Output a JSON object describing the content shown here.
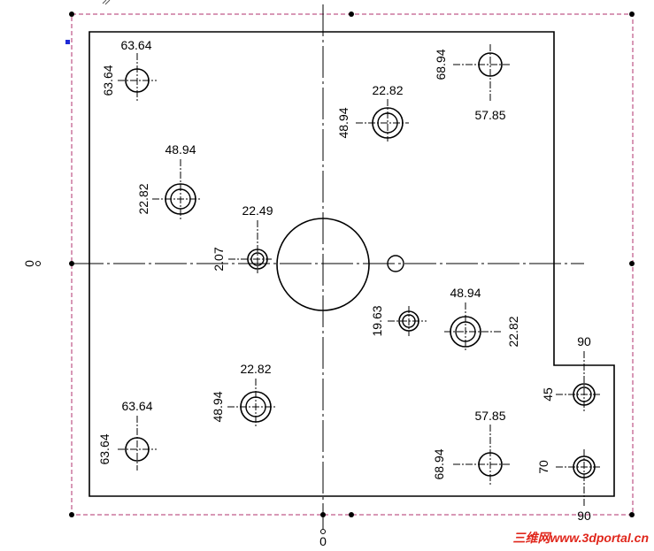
{
  "origin_labels": {
    "left": "0",
    "bottom": "0"
  },
  "holes": [
    {
      "id": "h1",
      "label_a": "63.64",
      "label_b": "63.64",
      "double": false
    },
    {
      "id": "h2",
      "label_a": "68.94",
      "label_b": "57.85",
      "double": false
    },
    {
      "id": "h3",
      "label_a": "22.82",
      "label_b": "48.94",
      "double": true
    },
    {
      "id": "h4",
      "label_a": "48.94",
      "label_b": "22.82",
      "double": true
    },
    {
      "id": "h5",
      "label_a": "22.49",
      "label_b": "2.07",
      "double": true
    },
    {
      "id": "h6",
      "label_a": "19.63",
      "double": true
    },
    {
      "id": "h7",
      "label_a": "48.94",
      "label_b": "22.82",
      "double": true
    },
    {
      "id": "h8",
      "label_a": "90",
      "label_b": "45",
      "double": true
    },
    {
      "id": "h9",
      "label_a": "22.82",
      "label_b": "48.94",
      "double": true
    },
    {
      "id": "h10",
      "label_a": "63.64",
      "label_b": "63.64",
      "double": false
    },
    {
      "id": "h11",
      "label_a": "57.85",
      "label_b": "68.94",
      "double": false
    },
    {
      "id": "h12",
      "label_a": "70",
      "label_b": "90",
      "double": true
    }
  ],
  "watermark": "三维网www.3dportal.cn",
  "colors": {
    "frame": "#b0306e",
    "line": "#000000",
    "watermark": "#e0261b",
    "handle": "#1e2ad6"
  }
}
